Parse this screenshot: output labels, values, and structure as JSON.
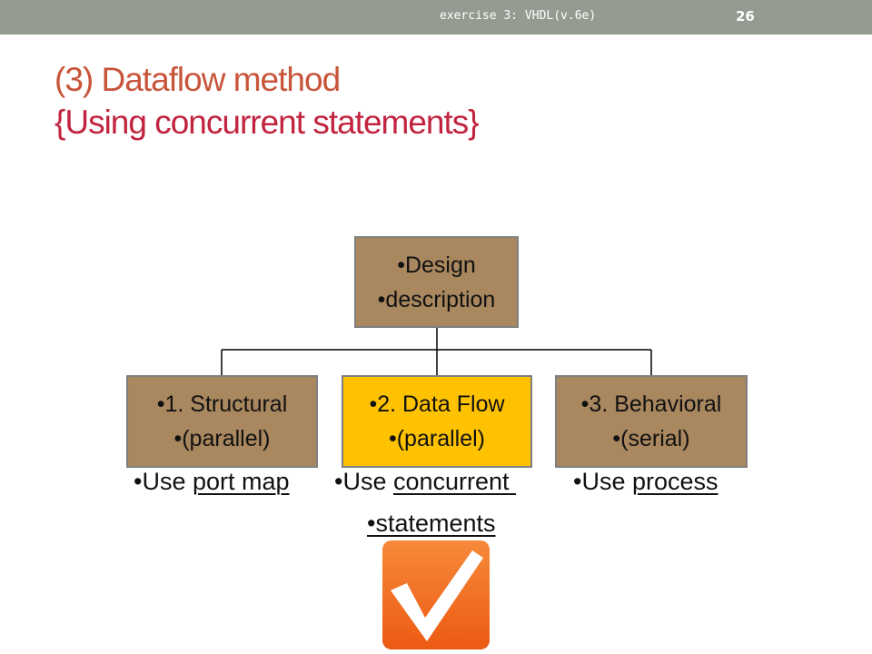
{
  "slide": {
    "course_label": "exercise 3: VHDL(v.6e)",
    "page_number": "26",
    "title_line1": "(3) Dataflow method",
    "title_line2": "{Using concurrent statements}"
  },
  "diagram": {
    "root": {
      "line1": "•Design",
      "line2": "•description"
    },
    "methods": [
      {
        "line1": "•1. Structural",
        "line2": "•(parallel)",
        "note_prefix": "•Use ",
        "note_link": "port map",
        "highlighted": false
      },
      {
        "line1": "•2. Data Flow",
        "line2": "•(parallel)",
        "note_prefix": "•Use ",
        "note_link": "concurrent ",
        "note_line2": "•statements",
        "highlighted": true
      },
      {
        "line1": "•3. Behavioral",
        "line2": "•(serial)",
        "note_prefix": "•Use ",
        "note_link": "process",
        "highlighted": false
      }
    ]
  },
  "colors": {
    "header_bar": "#949c92",
    "title_line1": "#c8543a",
    "title_line2": "#c1243f",
    "box_brown": "#a9875f",
    "box_highlight": "#fec200",
    "check_orange": "#f26522"
  },
  "icons": {
    "selected_marker": "checkmark-icon"
  }
}
